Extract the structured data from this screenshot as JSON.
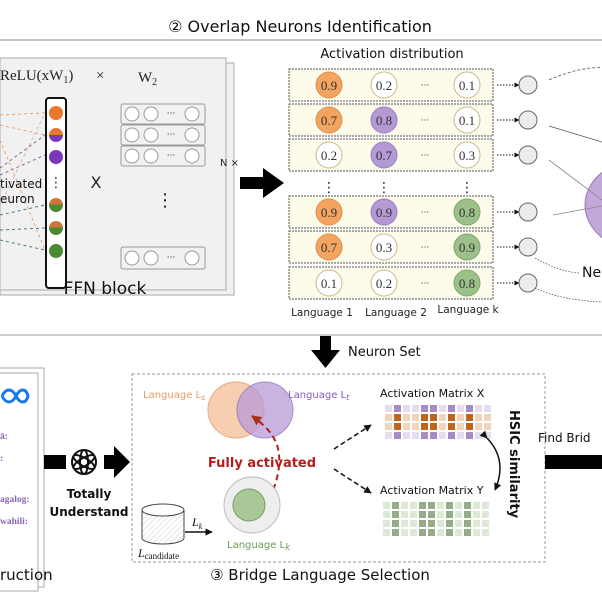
{
  "sections": {
    "overlap_title": "② Overlap Neurons Identification",
    "bridge_title": "③ Bridge Language Selection",
    "instruction_partial": "ruction"
  },
  "ffn": {
    "formula_left": "ReLU(xW",
    "formula_left_sub": "1",
    "formula_left_close": ")",
    "times_symbol": "×",
    "w2": "W",
    "w2_sub": "2",
    "activated_neuron_line1": "tivated",
    "activated_neuron_line2": "euron",
    "x_symbol": "X",
    "block_label": "FFN block",
    "repeat_label": "N ×",
    "dots": "⋮",
    "hdots": "···"
  },
  "activation_distribution": {
    "title": "Activation distribution",
    "rows": [
      {
        "values": [
          "0.9",
          "0.2",
          "0.1"
        ],
        "colors": [
          "orange",
          "none",
          "none"
        ]
      },
      {
        "values": [
          "0.7",
          "0.8",
          "0.1"
        ],
        "colors": [
          "orange",
          "purple",
          "none"
        ]
      },
      {
        "values": [
          "0.2",
          "0.7",
          "0.3"
        ],
        "colors": [
          "none",
          "purple",
          "none"
        ]
      },
      {
        "values": [
          "0.9",
          "0.9",
          "0.8"
        ],
        "colors": [
          "orange",
          "purple",
          "green"
        ]
      },
      {
        "values": [
          "0.7",
          "0.3",
          "0.9"
        ],
        "colors": [
          "orange",
          "none",
          "green"
        ]
      },
      {
        "values": [
          "0.1",
          "0.2",
          "0.8"
        ],
        "colors": [
          "none",
          "none",
          "green"
        ]
      }
    ],
    "column_labels": [
      "Language 1",
      "Language 2",
      "Language k"
    ],
    "ellipsis": "···",
    "vdots": "⋮"
  },
  "neuron_cluster": {
    "label_partial": "Ne"
  },
  "neuron_set_label": "Neuron Set",
  "instruction_card": {
    "lines": [
      "ā:",
      ":",
      "agalog:",
      "wahili:"
    ]
  },
  "totally_understand": {
    "line1": "Totally",
    "line2": "Understand"
  },
  "venn": {
    "lang_s": "Language L",
    "lang_s_sub": "s",
    "lang_t": "Language L",
    "lang_t_sub": "t",
    "fully_activated": "Fully activated",
    "lang_k": "Language L",
    "lang_k_sub": "k"
  },
  "candidate": {
    "label": "L",
    "label_sub": "candidate",
    "arrow_label": "L",
    "arrow_label_sub": "k"
  },
  "matrices": {
    "x_label": "Activation Matrix X",
    "y_label": "Activation Matrix Y",
    "hsic_label": "HSIC similarity"
  },
  "find_bridge": "Find Brid",
  "colors": {
    "orange": "#f2a460",
    "orange_dark": "#e8782a",
    "purple": "#b39ad4",
    "purple_dark": "#7a38b8",
    "green": "#9cc08a",
    "green_dark": "#4a8a30",
    "row_bg": "#fdfbe9",
    "red": "#b81c1c"
  }
}
